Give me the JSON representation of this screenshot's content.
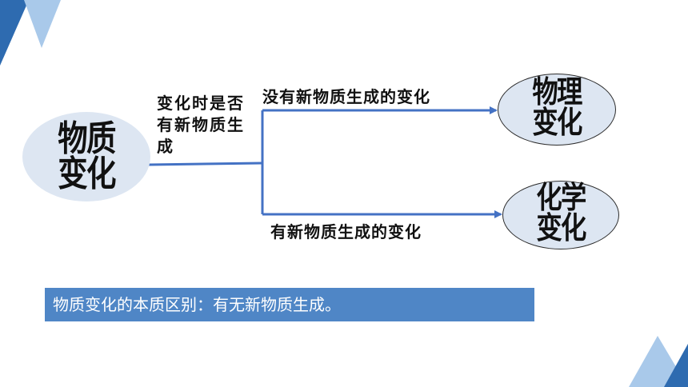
{
  "diagram": {
    "root": {
      "label": "物质\n变化"
    },
    "question": "变化时是否有新物质生成",
    "branches": [
      {
        "edge_label": "没有新物质生成的变化",
        "target": "物理\n变化"
      },
      {
        "edge_label": "有新物质生成的变化",
        "target": "化学\n变化"
      }
    ]
  },
  "conclusion": "物质变化的本质区别：有无新物质生成。",
  "colors": {
    "accent_blue": "#4f86c6",
    "arrow_blue": "#4472c4",
    "ellipse_fill": "#dde6f2",
    "deco_dark": "#2e6bb0",
    "deco_light": "#a9c9ea"
  }
}
